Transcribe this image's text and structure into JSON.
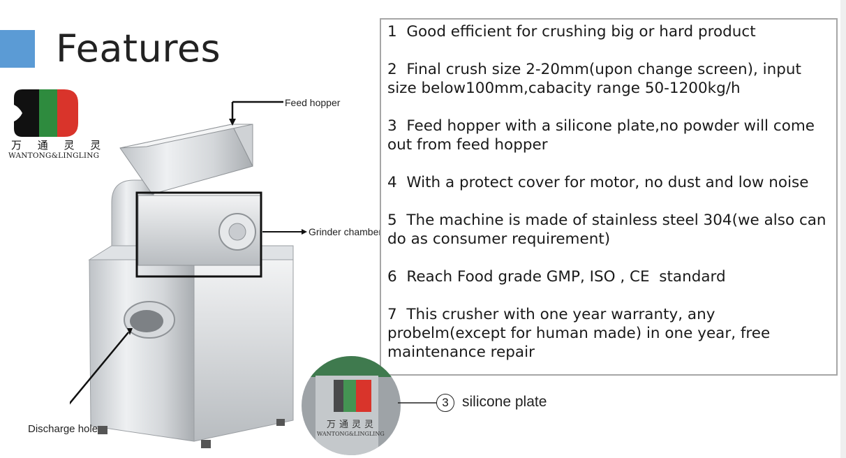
{
  "header": {
    "title": "Features",
    "accent_color": "#5b9bd5"
  },
  "logo": {
    "chinese": "万 通 灵 灵",
    "english": "WANTONG&LINGLING",
    "colors": [
      "#111111",
      "#2e8b3e",
      "#d9342b"
    ]
  },
  "callouts": {
    "feed_hopper": "Feed hopper",
    "grinder_chamber": "Grinder chamber",
    "discharge_hole": "Discharge hole",
    "silicone_number": "3",
    "silicone_plate": "silicone plate"
  },
  "features": [
    "1  Good efficient for crushing big or hard product",
    "2  Final crush size 2-20mm(upon change screen), input size below100mm,cabacity range 50-1200kg/h",
    "3  Feed hopper with a silicone plate,no powder will come out from feed hopper",
    "4  With a protect cover for motor, no dust and low noise",
    "5  The machine is made of stainless steel 304(we also can do as consumer requirement)",
    "6  Reach Food grade GMP, ISO , CE  standard",
    "7  This crusher with one year warranty, any probelm(except for human made) in one year, free maintenance repair"
  ]
}
